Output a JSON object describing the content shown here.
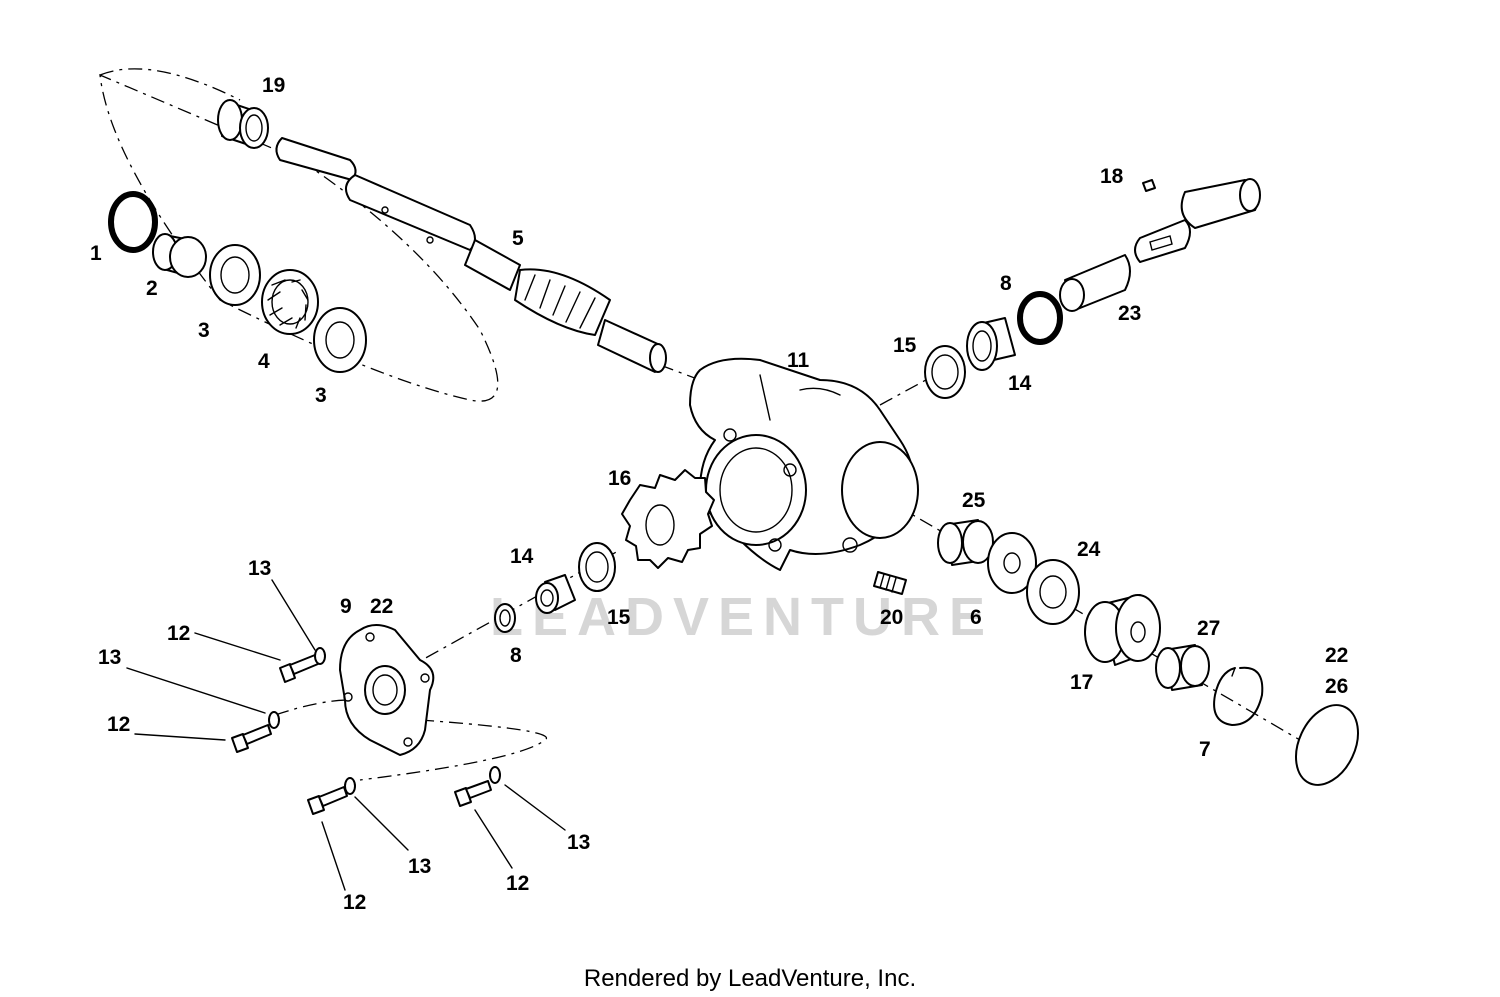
{
  "watermark": "LEADVENTURE",
  "footer": "Rendered by LeadVenture, Inc.",
  "callouts": {
    "c1": "1",
    "c2": "2",
    "c3a": "3",
    "c3b": "3",
    "c4": "4",
    "c5": "5",
    "c6": "6",
    "c7": "7",
    "c8a": "8",
    "c8b": "8",
    "c9": "9",
    "c11": "11",
    "c12a": "12",
    "c12b": "12",
    "c12c": "12",
    "c12d": "12",
    "c13a": "13",
    "c13b": "13",
    "c13c": "13",
    "c13d": "13",
    "c14a": "14",
    "c14b": "14",
    "c15a": "15",
    "c15b": "15",
    "c16": "16",
    "c17": "17",
    "c18": "18",
    "c19": "19",
    "c20": "20",
    "c22a": "22",
    "c22b": "22",
    "c23": "23",
    "c24": "24",
    "c25": "25",
    "c26": "26",
    "c27": "27"
  }
}
